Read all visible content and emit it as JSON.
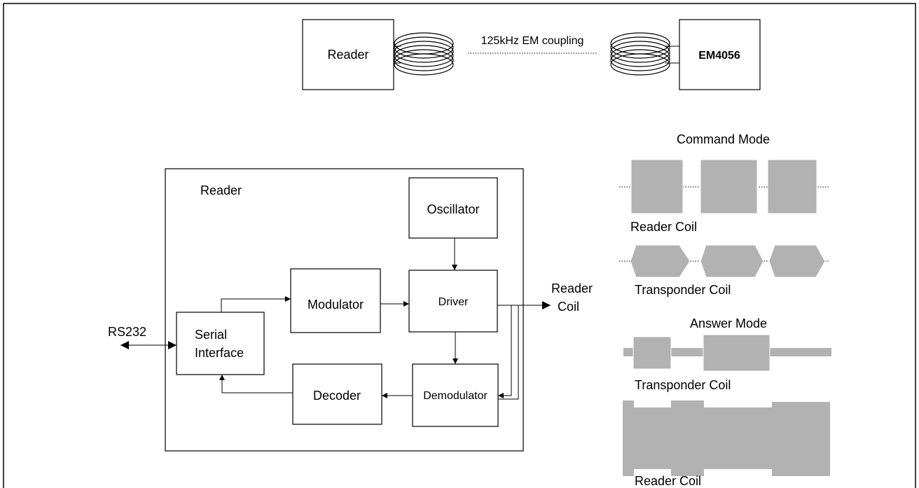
{
  "coupling": {
    "reader_label": "Reader",
    "link_label": "125kHz EM coupling",
    "tag_label": "EM4056"
  },
  "block_diagram": {
    "container_label": "Reader",
    "oscillator": "Oscillator",
    "modulator": "Modulator",
    "driver": "Driver",
    "serial_interface": [
      "Serial",
      "Interface"
    ],
    "decoder": "Decoder",
    "demodulator": "Demodulator",
    "rs232": "RS232",
    "reader_coil": [
      "Reader",
      "Coil"
    ]
  },
  "waveforms": {
    "command_mode": {
      "title": "Command Mode",
      "reader_coil": "Reader Coil",
      "transponder_coil": "Transponder Coil"
    },
    "answer_mode": {
      "title": "Answer Mode",
      "transponder_coil": "Transponder Coil",
      "reader_coil": "Reader Coil"
    },
    "fill_color": "#b2b2b2"
  }
}
